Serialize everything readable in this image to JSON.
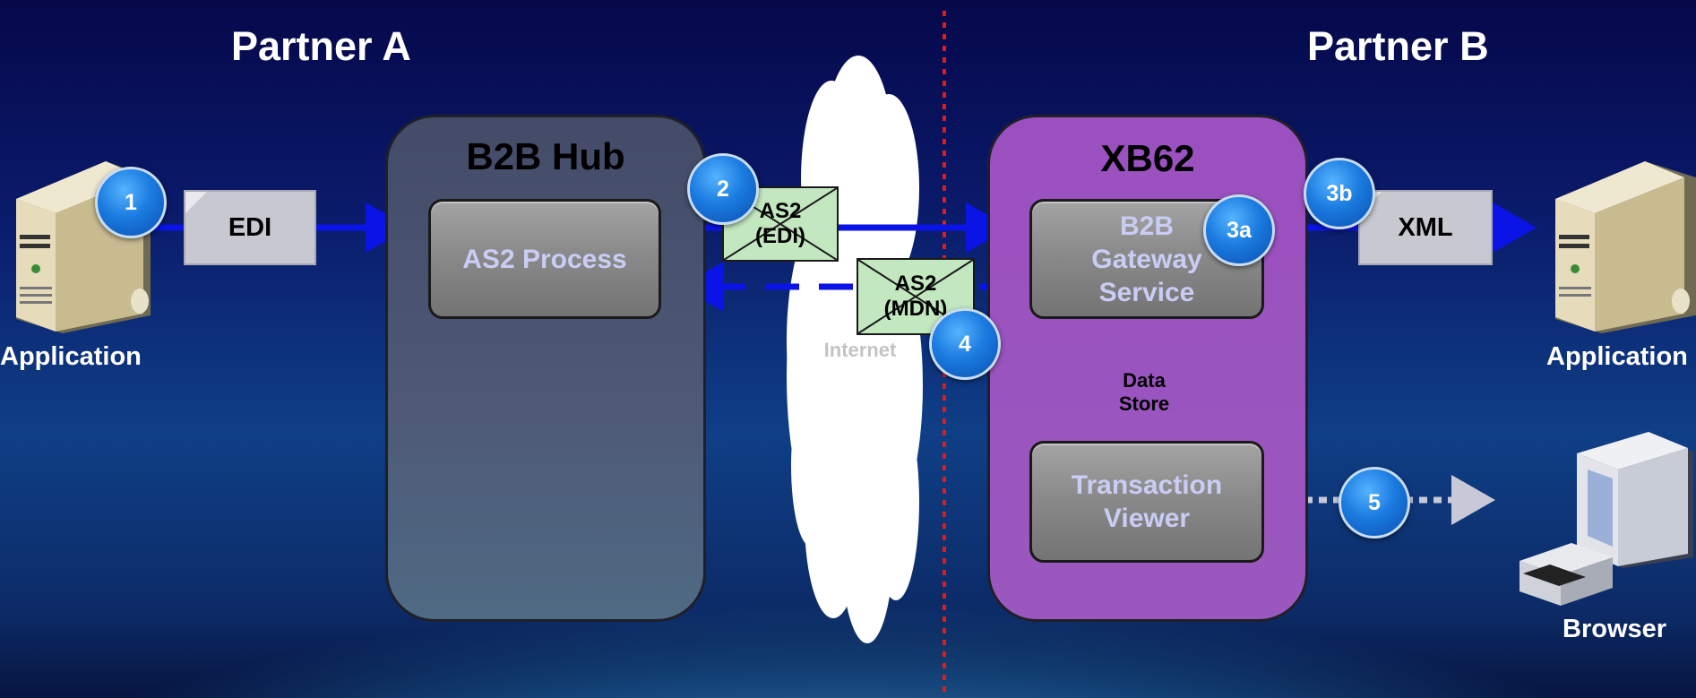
{
  "partners": {
    "a": "Partner A",
    "b": "Partner B"
  },
  "hub": {
    "title": "B2B Hub",
    "process": "AS2 Process"
  },
  "xb62": {
    "title": "XB62",
    "gateway": "B2B Gateway Service",
    "gateway_lines": [
      "B2B",
      "Gateway",
      "Service"
    ],
    "datastore_lines": [
      "Data",
      "Store"
    ],
    "viewer_lines": [
      "Transaction",
      "Viewer"
    ]
  },
  "internet": "Internet",
  "docs": {
    "edi": "EDI",
    "xml": "XML"
  },
  "envelopes": {
    "edi": [
      "AS2",
      "(EDI)"
    ],
    "mdn": [
      "AS2",
      "(MDN)"
    ]
  },
  "endpoints": {
    "left_app": "Application",
    "right_app": "Application",
    "browser": "Browser"
  },
  "steps": [
    "1",
    "2",
    "3a",
    "3b",
    "4",
    "5"
  ],
  "colors": {
    "flow_arrow": "#0a14e6",
    "boundary": "#e21a1a",
    "hub_panel": "#4d5878",
    "xb62_panel": "#9a55bd",
    "process_text": "#c9cdf4",
    "envelope": "#c3e8c0",
    "badge": "#1b7be0"
  },
  "icons": [
    "server-icon",
    "server-icon",
    "computer-icon",
    "database-icon",
    "envelope-icon",
    "document-icon",
    "cloud-icon"
  ]
}
